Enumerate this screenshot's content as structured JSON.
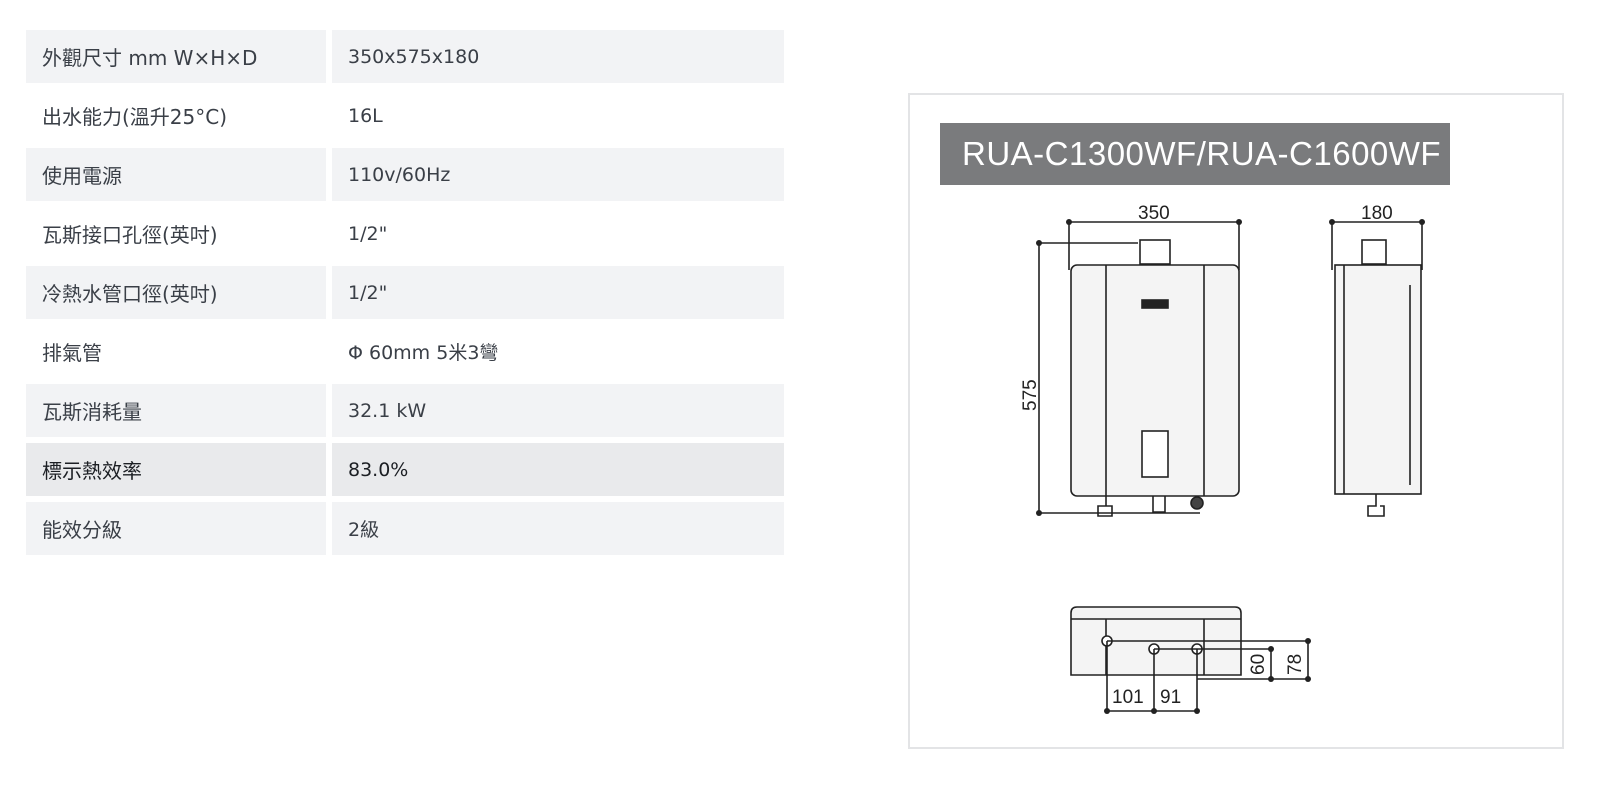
{
  "specs": [
    {
      "label": "外觀尺寸 mm W×H×D",
      "value": "350x575x180"
    },
    {
      "label": "出水能力(溫升25°C)",
      "value": "16L"
    },
    {
      "label": "使用電源",
      "value": "110v/60Hz"
    },
    {
      "label": "瓦斯接口孔徑(英吋)",
      "value": "1/2\""
    },
    {
      "label": "冷熱水管口徑(英吋)",
      "value": "1/2\""
    },
    {
      "label": "排氣管",
      "value": "Φ 60mm 5米3彎"
    },
    {
      "label": "瓦斯消耗量",
      "value": "32.1 kW"
    },
    {
      "label": "標示熱效率",
      "value": "83.0%"
    },
    {
      "label": "能效分級",
      "value": "2級"
    }
  ],
  "drawing": {
    "model": "RUA-C1300WF/RUA-C1600WF",
    "dimensions": {
      "front_width": "350",
      "side_depth": "180",
      "height": "575",
      "pipe_spacing_1": "101",
      "pipe_spacing_2": "91",
      "pipe_offset_1": "60",
      "pipe_offset_2": "78"
    }
  }
}
